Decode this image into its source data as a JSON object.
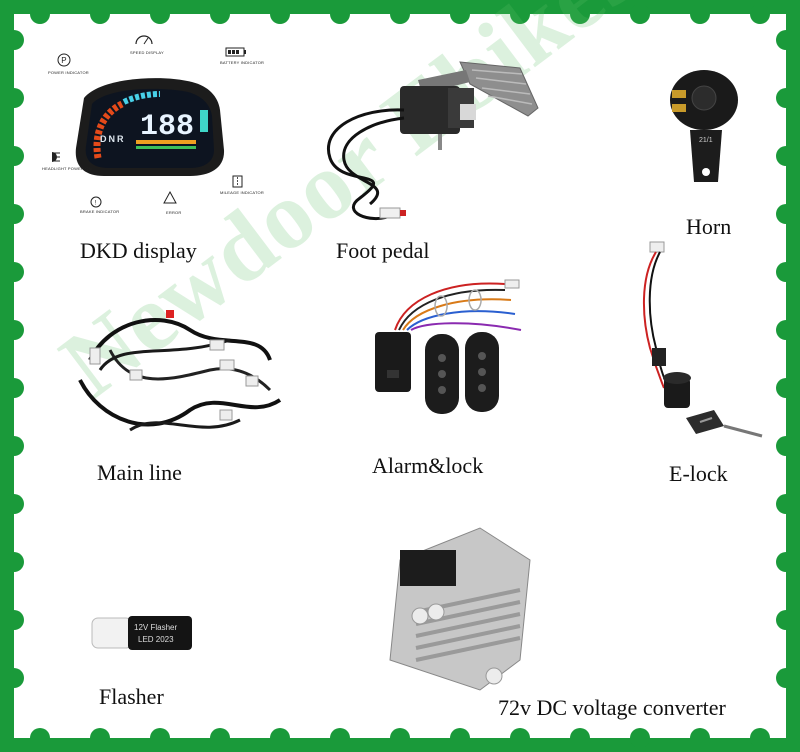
{
  "watermark": "Newdoor Ebikes",
  "border_color": "#1a9a3a",
  "products": [
    {
      "label": "DKD display"
    },
    {
      "label": "Foot pedal"
    },
    {
      "label": "Horn"
    },
    {
      "label": "Main line"
    },
    {
      "label": "Alarm&lock"
    },
    {
      "label": "E-lock"
    },
    {
      "label": "Flasher"
    },
    {
      "label": "72v DC voltage converter"
    }
  ],
  "dkd_display": {
    "speed_digits": "188",
    "gears": "DNR",
    "indicators": [
      {
        "text": "SPEED DISPLAY",
        "icon": "speedometer-icon"
      },
      {
        "text": "POWER INDICATOR",
        "icon": "power-p-icon"
      },
      {
        "text": "BATTERY INDICATOR",
        "icon": "battery-icon"
      },
      {
        "text": "HEADLIGHT POWER ON",
        "icon": "headlight-icon"
      },
      {
        "text": "BRAKE INDICATOR",
        "icon": "brake-icon"
      },
      {
        "text": "ERROR",
        "icon": "warning-icon"
      },
      {
        "text": "MILEAGE INDICATOR",
        "icon": "road-icon"
      }
    ]
  },
  "horn_label": "21/1",
  "flasher_label": {
    "line1": "12V Flasher",
    "line2": "LED 2023"
  }
}
